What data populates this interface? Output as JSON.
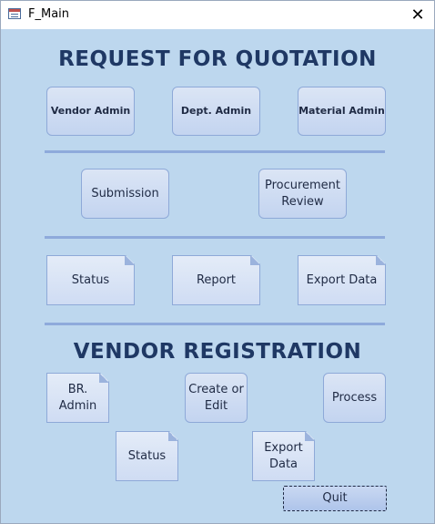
{
  "window": {
    "title": "F_Main",
    "close_glyph": "✕"
  },
  "rfq": {
    "heading": "REQUEST FOR QUOTATION",
    "vendor_admin": "Vendor Admin",
    "dept_admin": "Dept. Admin",
    "material_admin": "Material Admin",
    "submission": "Submission",
    "procurement_review": "Procurement\nReview",
    "status": "Status",
    "report": "Report",
    "export_data": "Export Data"
  },
  "vendor": {
    "heading": "VENDOR REGISTRATION",
    "br_admin": "BR.\nAdmin",
    "create_edit": "Create or\nEdit",
    "process": "Process",
    "status": "Status",
    "export_data": "Export\nData"
  },
  "quit_label": "Quit"
}
